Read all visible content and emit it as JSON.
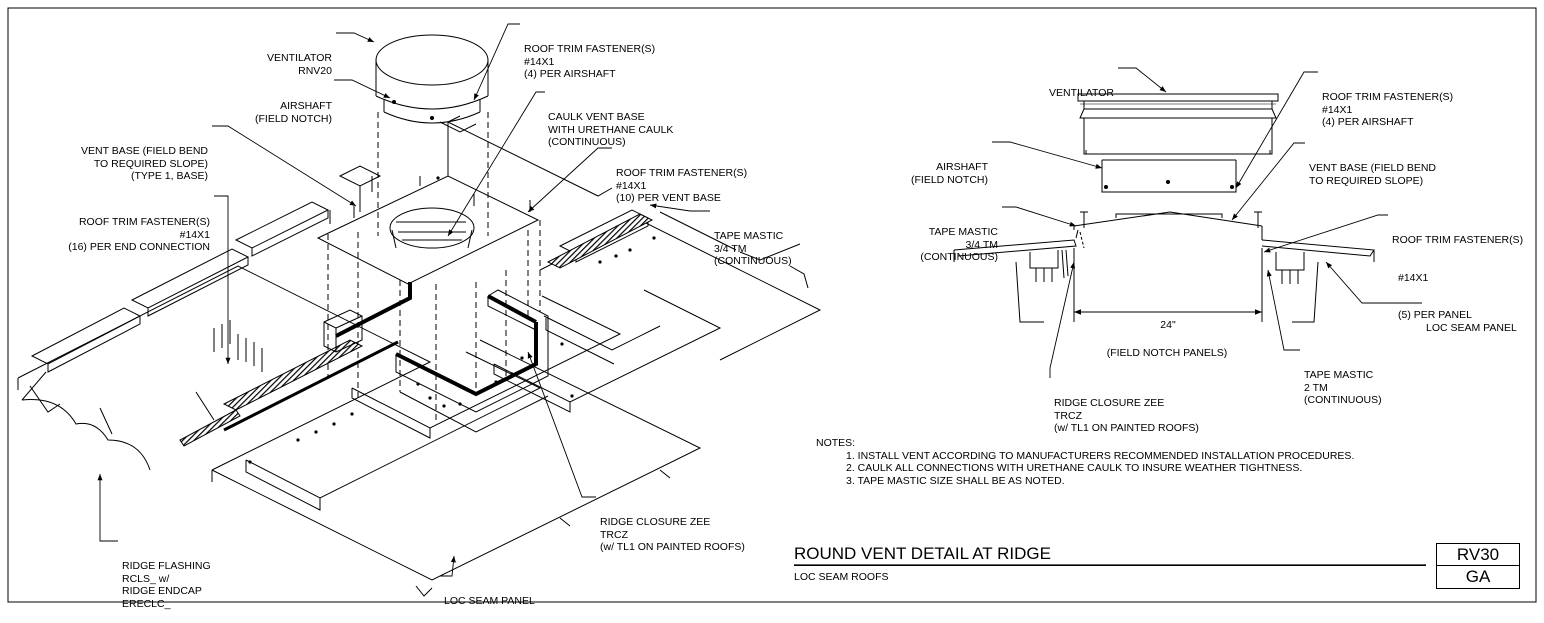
{
  "drawing": {
    "title": "ROUND VENT DETAIL AT RIDGE",
    "subtitle": "LOC SEAM ROOFS",
    "sheet_code": "RV30",
    "sheet_code_sub": "GA"
  },
  "left_labels": {
    "ventilator": [
      "VENTILATOR",
      "RNV20"
    ],
    "airshaft": [
      "AIRSHAFT",
      "(FIELD NOTCH)"
    ],
    "vent_base": [
      "VENT BASE (FIELD BEND",
      "TO REQUIRED SLOPE)",
      "(TYPE 1, BASE)"
    ],
    "roof_trim_end": [
      "ROOF TRIM FASTENER(S)",
      "#14X1",
      "(16) PER END CONNECTION"
    ],
    "roof_trim_airshaft": [
      "ROOF TRIM FASTENER(S)",
      "#14X1",
      "(4) PER AIRSHAFT"
    ],
    "caulk": [
      "CAULK VENT BASE",
      "WITH URETHANE CAULK",
      "(CONTINUOUS)"
    ],
    "roof_trim_base": [
      "ROOF TRIM FASTENER(S)",
      "#14X1",
      "(10) PER VENT BASE"
    ],
    "tape_mastic": [
      "TAPE MASTIC",
      "3/4 TM",
      "(CONTINUOUS)"
    ],
    "ridge_closure": [
      "RIDGE CLOSURE ZEE",
      "TRCZ",
      "(w/ TL1 ON PAINTED ROOFS)"
    ],
    "ridge_flashing": [
      "RIDGE FLASHING",
      "RCLS_ w/",
      "RIDGE ENDCAP",
      "ERECLC_"
    ],
    "loc_seam": [
      "LOC SEAM PANEL"
    ]
  },
  "right_labels": {
    "ventilator": [
      "VENTILATOR"
    ],
    "roof_trim_airshaft": [
      "ROOF TRIM FASTENER(S)",
      "#14X1",
      "(4) PER AIRSHAFT"
    ],
    "airshaft": [
      "AIRSHAFT",
      "(FIELD NOTCH)"
    ],
    "vent_base": [
      "VENT BASE (FIELD BEND",
      "TO REQUIRED SLOPE)"
    ],
    "tape_mastic": [
      "TAPE MASTIC",
      "3/4 TM",
      "(CONTINUOUS)"
    ],
    "roof_trim_panel": [
      "ROOF TRIM FASTENER(S)",
      "#14X1",
      "(5) PER PANEL"
    ],
    "loc_seam": [
      "LOC SEAM PANEL"
    ],
    "dimension": "24\"",
    "field_notch": "(FIELD NOTCH PANELS)",
    "tape_mastic_2": [
      "TAPE MASTIC",
      "2 TM",
      "(CONTINUOUS)"
    ],
    "ridge_closure": [
      "RIDGE CLOSURE ZEE",
      "TRCZ",
      "(w/ TL1 ON PAINTED ROOFS)"
    ]
  },
  "notes": {
    "heading": "NOTES:",
    "items": [
      "1. INSTALL VENT ACCORDING TO MANUFACTURERS RECOMMENDED INSTALLATION PROCEDURES.",
      "2. CAULK ALL CONNECTIONS WITH URETHANE CAULK TO INSURE WEATHER TIGHTNESS.",
      "3. TAPE MASTIC SIZE SHALL BE AS NOTED."
    ]
  }
}
